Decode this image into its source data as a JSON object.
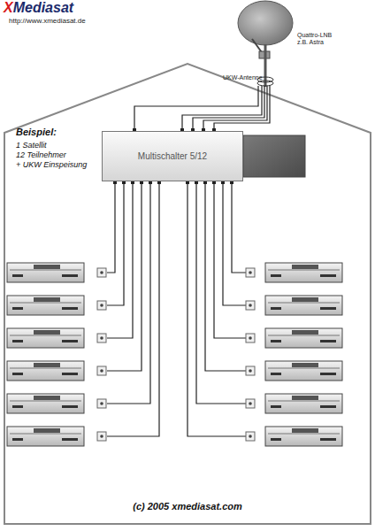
{
  "diagram": {
    "caption": "(c) 2005 xmediasat.com",
    "nodes": [
      {
        "text": [
          "Multischalter 5/12"
        ]
      }
    ],
    "labels": [
      "XMediasat",
      "http://www.xmediasat.de",
      "Quattro-LNB z.B. Astra",
      "UKW-Antenne",
      "Beispiel:",
      "1 Satellit",
      "12 Teilnehmer",
      "+ UKW Einspeisung"
    ]
  }
}
